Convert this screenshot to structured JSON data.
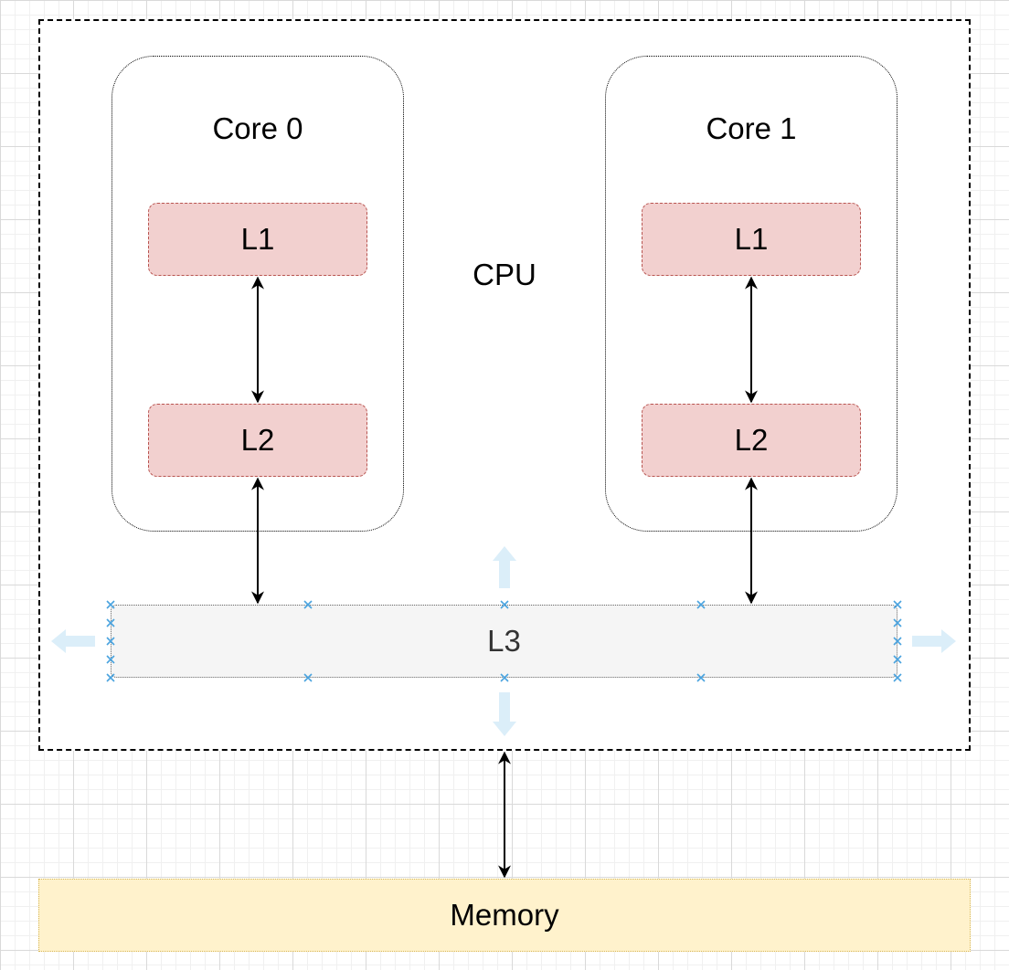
{
  "diagram": {
    "cpu": {
      "label": "CPU"
    },
    "cores": [
      {
        "label": "Core 0",
        "l1": "L1",
        "l2": "L2"
      },
      {
        "label": "Core 1",
        "l1": "L1",
        "l2": "L2"
      }
    ],
    "l3": "L3",
    "memory": "Memory"
  },
  "colors": {
    "cache_fill": "#f2d0cf",
    "cache_border": "#b85450",
    "l3_fill": "#f5f5f5",
    "memory_fill": "#fff2cc",
    "memory_border": "#d6b656",
    "selection_handle": "#4aa3df",
    "hover_arrow": "#dbeef9"
  }
}
